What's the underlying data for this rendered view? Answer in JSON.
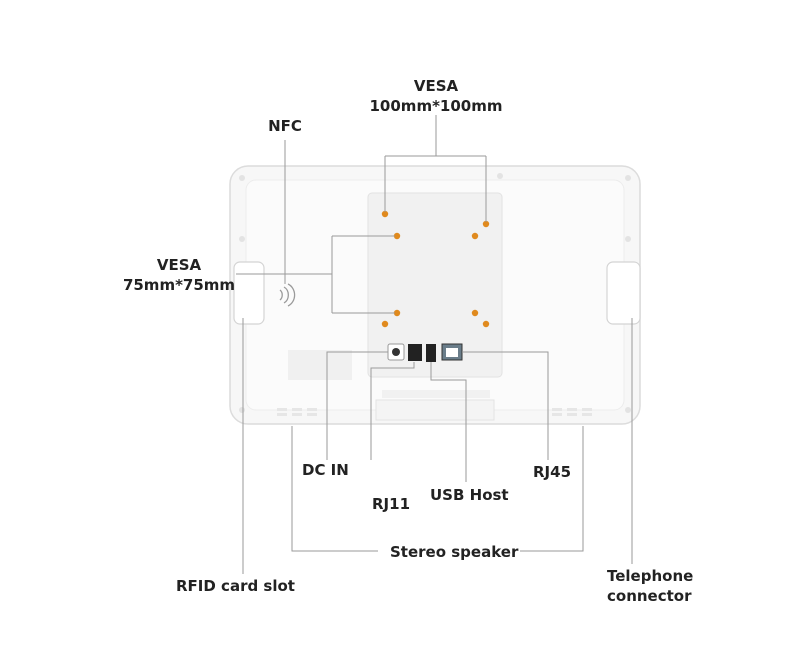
{
  "labels": {
    "vesa_large": {
      "line1": "VESA",
      "line2": "100mm*100mm"
    },
    "nfc": "NFC",
    "vesa_small": {
      "line1": "VESA",
      "line2": "75mm*75mm"
    },
    "dc_in": "DC IN",
    "rj11": "RJ11",
    "usb_host": "USB Host",
    "rj45": "RJ45",
    "stereo_speaker": "Stereo speaker",
    "rfid_card_slot": "RFID card slot",
    "telephone_connector": {
      "line1": "Telephone",
      "line2": "connector"
    }
  },
  "colors": {
    "device_body": "#f7f7f7",
    "device_edge": "#dcdcdc",
    "vesa_plate": "#f1f1f1",
    "screw": "#e08a1e",
    "leader_line": "#9a9a9a",
    "label_text": "#222222"
  }
}
